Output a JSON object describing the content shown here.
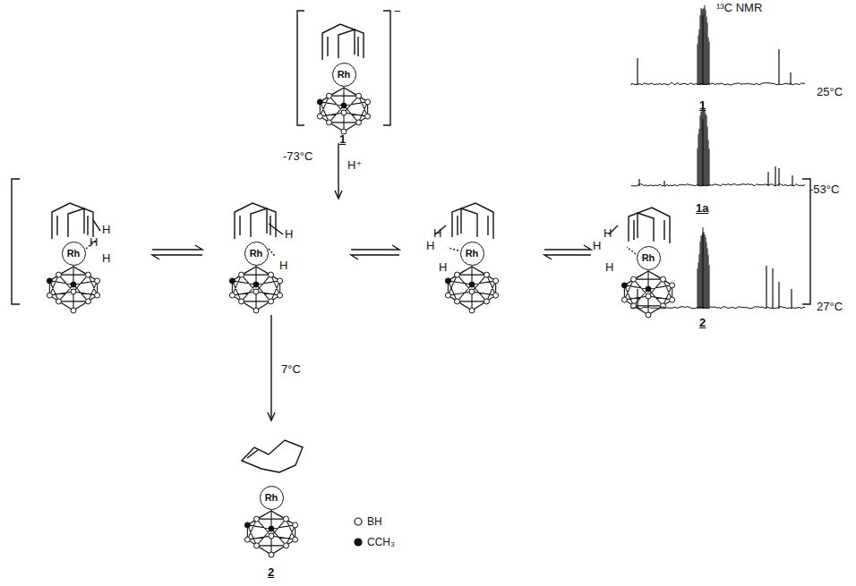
{
  "diagram": {
    "nodes": [
      {
        "text": [
          "Rh"
        ]
      },
      {
        "text": [
          "Rh"
        ]
      },
      {
        "text": [
          "Rh"
        ]
      },
      {
        "text": [
          "Rh"
        ]
      },
      {
        "text": [
          "Rh"
        ]
      },
      {
        "text": [
          "Rh"
        ]
      }
    ],
    "labels": [
      "−",
      "1",
      "-73°C",
      "H⁺",
      "H",
      "H",
      "H",
      "H",
      "H",
      "H",
      "H",
      "H",
      "H",
      "H",
      "H",
      "7°C",
      "2",
      "¹³C NMR",
      "25°C",
      "1",
      "-53°C",
      "1a",
      "27°C",
      "2"
    ],
    "legend": [
      {
        "text": "BH"
      },
      {
        "text": "CCH₃"
      }
    ]
  }
}
